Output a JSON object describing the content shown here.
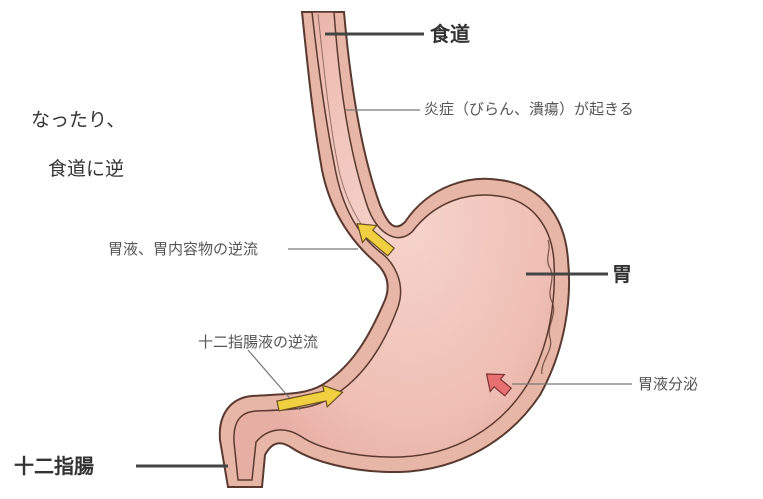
{
  "intro_text": {
    "line1": "なったり、",
    "line2": "食道に逆"
  },
  "labels": {
    "esophagus": "食道",
    "inflammation": "炎症（びらん、潰瘍）が起きる",
    "reflux_gastric": "胃液、胃内容物の逆流",
    "stomach": "胃",
    "reflux_duodenal": "十二指腸液の逆流",
    "gastric_secretion": "胃液分泌",
    "duodenum": "十二指腸"
  },
  "colors": {
    "stomach_wall": "#e8b8a8",
    "stomach_inner": "#f2c2b8",
    "outline": "#5a3a30",
    "reflux_arrow": "#f0d040",
    "secretion_arrow": "#e87070",
    "leader_line": "#444444"
  }
}
